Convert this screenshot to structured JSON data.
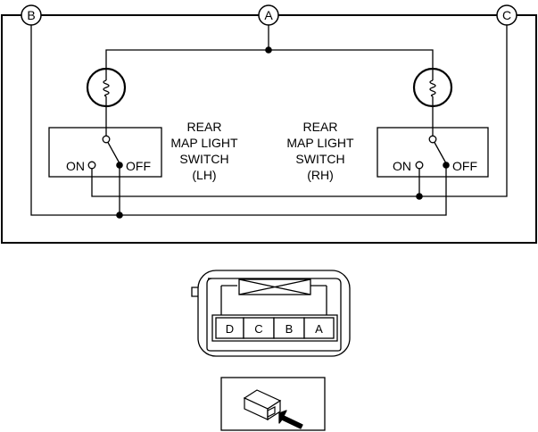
{
  "terminals": {
    "a": "A",
    "b": "B",
    "c": "C"
  },
  "switch_lh": {
    "line1": "REAR",
    "line2": "MAP LIGHT",
    "line3": "SWITCH",
    "line4": "(LH)",
    "on": "ON",
    "off": "OFF"
  },
  "switch_rh": {
    "line1": "REAR",
    "line2": "MAP LIGHT",
    "line3": "SWITCH",
    "line4": "(RH)",
    "on": "ON",
    "off": "OFF"
  },
  "connector": {
    "pins": [
      "D",
      "C",
      "B",
      "A"
    ]
  }
}
